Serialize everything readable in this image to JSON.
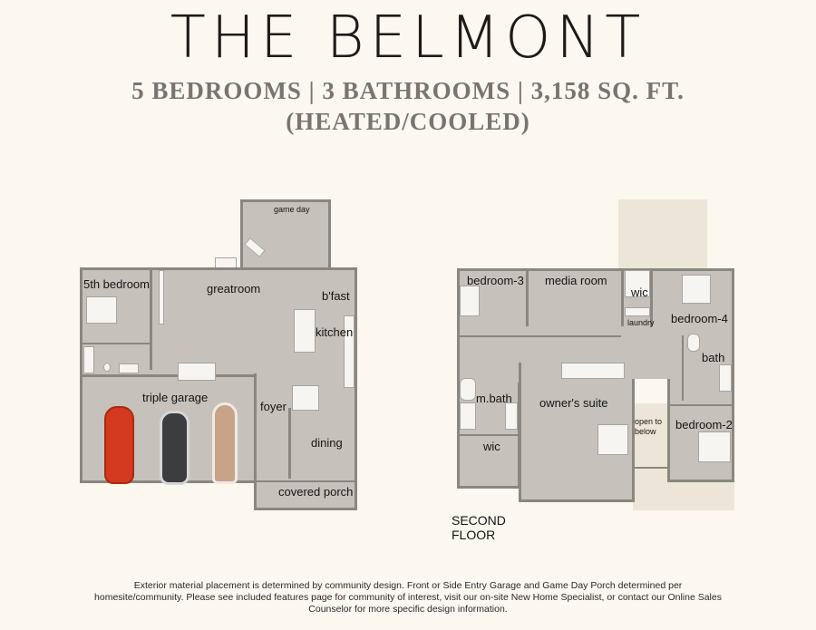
{
  "header": {
    "title": "THE BELMONT",
    "specs_line": "5 BEDROOMS | 3 BATHROOMS | 3,158 SQ. FT.",
    "specs_note": "(HEATED/COOLED)"
  },
  "specs": {
    "bedrooms": 5,
    "bathrooms": 3,
    "square_feet": "3,158"
  },
  "first_floor": {
    "rooms": {
      "game_day": "game day",
      "fifth_bedroom": "5th bedroom",
      "greatroom": "greatroom",
      "bfast": "b'fast",
      "kitchen": "kitchen",
      "triple_garage": "triple garage",
      "foyer": "foyer",
      "dining": "dining",
      "covered_porch": "covered porch"
    },
    "vehicles": [
      "red-sports-car",
      "silver-suv",
      "boat"
    ]
  },
  "second_floor": {
    "label": "SECOND FLOOR",
    "rooms": {
      "bedroom_3": "bedroom-3",
      "media_room": "media room",
      "wic_upper": "wic",
      "laundry": "laundry",
      "bedroom_4": "bedroom-4",
      "bath": "bath",
      "m_bath": "m.bath",
      "owners_suite": "owner's suite",
      "open_to_below_1": "open to",
      "open_to_below_2": "below",
      "bedroom_2": "bedroom-2",
      "wic_lower": "wic"
    }
  },
  "footer": {
    "disclaimer": "Exterior material placement is determined by community design. Front or Side Entry Garage and Game Day Porch determined per homesite/community. Please see included features page for community of interest, visit our on-site New Home Specialist, or contact our Online Sales Counselor for more specific design information."
  },
  "colors": {
    "background": "#fcf7ef",
    "floor": "#c6c2bb",
    "wall": "#8a8680",
    "title": "#1d1a17",
    "subtitle": "#777570"
  }
}
